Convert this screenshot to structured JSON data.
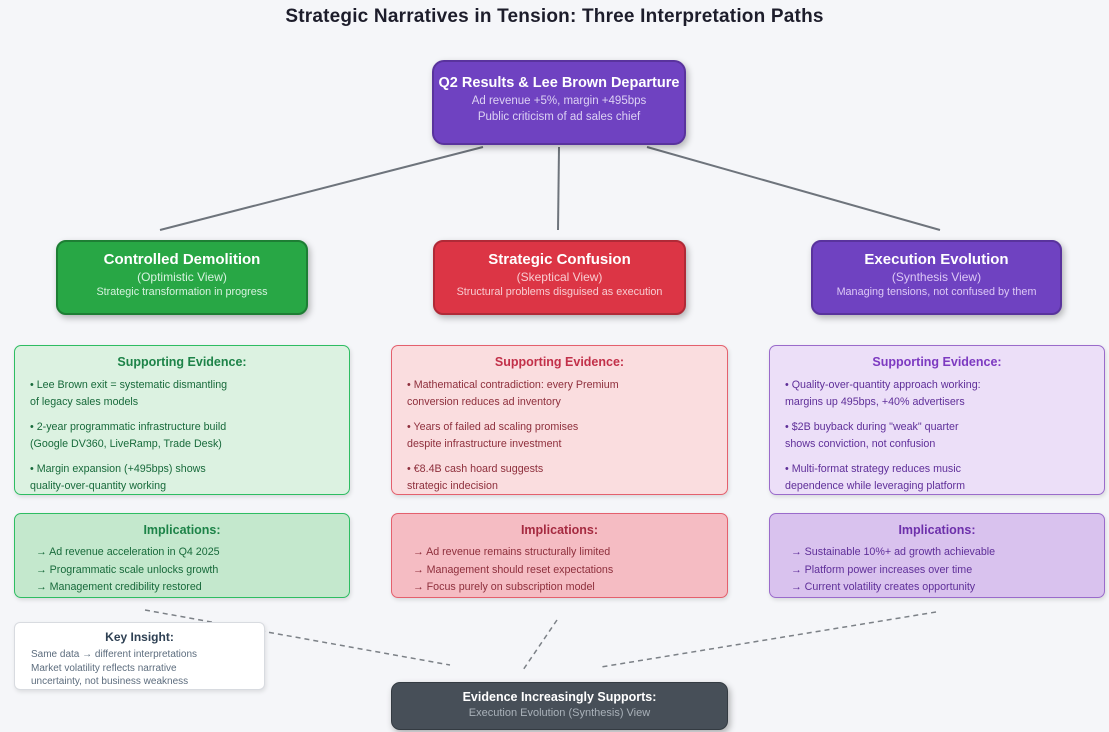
{
  "title": "Strategic Narratives in Tension: Three Interpretation Paths",
  "root": {
    "heading": "Q2 Results & Lee Brown Departure",
    "lines": [
      "Ad revenue +5%, margin +495bps",
      "Public criticism of ad sales chief"
    ],
    "bg_color": "#6f42c1"
  },
  "paths": [
    {
      "name": "Controlled Demolition",
      "view": "(Optimistic View)",
      "subtitle": "Strategic transformation in progress",
      "evidence_heading": "Supporting Evidence:",
      "evidence": [
        [
          "• Lee Brown exit = systematic dismantling",
          "of legacy sales models"
        ],
        [
          "• 2-year programmatic infrastructure build",
          "(Google DV360, LiveRamp, Trade Desk)"
        ],
        [
          "• Margin expansion (+495bps) shows",
          "quality-over-quantity working"
        ]
      ],
      "implications_heading": "Implications:",
      "implications": [
        "→ Ad revenue acceleration in Q4 2025",
        "→ Programmatic scale unlocks growth",
        "→ Management credibility restored"
      ],
      "colors": {
        "node": "#28a745",
        "node_border": "#1e7e34",
        "panel_light": "#dcf2e1",
        "panel_dark": "#c4e8cd",
        "panel_border": "#2ebd62",
        "heading": "#1d8348",
        "text": "#186a3b"
      }
    },
    {
      "name": "Strategic Confusion",
      "view": "(Skeptical View)",
      "subtitle": "Structural problems disguised as execution",
      "evidence_heading": "Supporting Evidence:",
      "evidence": [
        [
          "• Mathematical contradiction: every Premium",
          "conversion reduces ad inventory"
        ],
        [
          "• Years of failed ad scaling promises",
          "despite infrastructure investment"
        ],
        [
          "• €8.4B cash hoard suggests",
          "strategic indecision"
        ]
      ],
      "implications_heading": "Implications:",
      "implications": [
        "→ Ad revenue remains structurally limited",
        "→ Management should reset expectations",
        "→ Focus purely on subscription model"
      ],
      "colors": {
        "node": "#dc3545",
        "node_border": "#b02a37",
        "panel_light": "#fadddf",
        "panel_dark": "#f5bcc3",
        "panel_border": "#e4606d",
        "heading": "#c23049",
        "text": "#8e2f3c"
      }
    },
    {
      "name": "Execution Evolution",
      "view": "(Synthesis View)",
      "subtitle": "Managing tensions, not confused by them",
      "evidence_heading": "Supporting Evidence:",
      "evidence": [
        [
          "• Quality-over-quantity approach working:",
          "margins up 495bps, +40% advertisers"
        ],
        [
          "• $2B buyback during \"weak\" quarter",
          "shows conviction, not confusion"
        ],
        [
          "• Multi-format strategy reduces music",
          "dependence while leveraging platform"
        ]
      ],
      "implications_heading": "Implications:",
      "implications": [
        "→ Sustainable 10%+ ad growth achievable",
        "→ Platform power increases over time",
        "→ Current volatility creates opportunity"
      ],
      "colors": {
        "node": "#6f42c1",
        "node_border": "#59339d",
        "panel_light": "#ecdff8",
        "panel_dark": "#d9c2ee",
        "panel_border": "#9a6bcb",
        "heading": "#7d3ac1",
        "text": "#5f2f99"
      }
    }
  ],
  "key_insight": {
    "heading": "Key Insight:",
    "lines": [
      "Same data → different interpretations",
      "Market volatility reflects narrative",
      "uncertainty, not business weakness"
    ]
  },
  "conclusion": {
    "heading": "Evidence Increasingly Supports:",
    "subtitle": "Execution Evolution (Synthesis) View",
    "bg_color": "#474f58"
  }
}
